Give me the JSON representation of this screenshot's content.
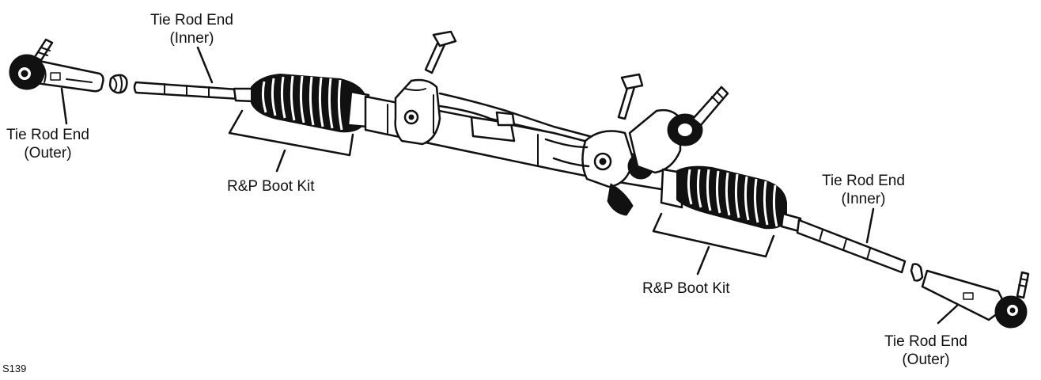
{
  "labels": {
    "tie_rod_inner_left": [
      "Tie Rod End",
      "(Inner)"
    ],
    "tie_rod_outer_left": [
      "Tie Rod End",
      "(Outer)"
    ],
    "boot_kit_left": "R&P Boot Kit",
    "tie_rod_inner_right": [
      "Tie Rod End",
      "(Inner)"
    ],
    "boot_kit_right": "R&P Boot Kit",
    "tie_rod_outer_right": [
      "Tie Rod End",
      "(Outer)"
    ]
  },
  "figure_id": "S139",
  "colors": {
    "ink": "#111111",
    "background": "#ffffff"
  }
}
